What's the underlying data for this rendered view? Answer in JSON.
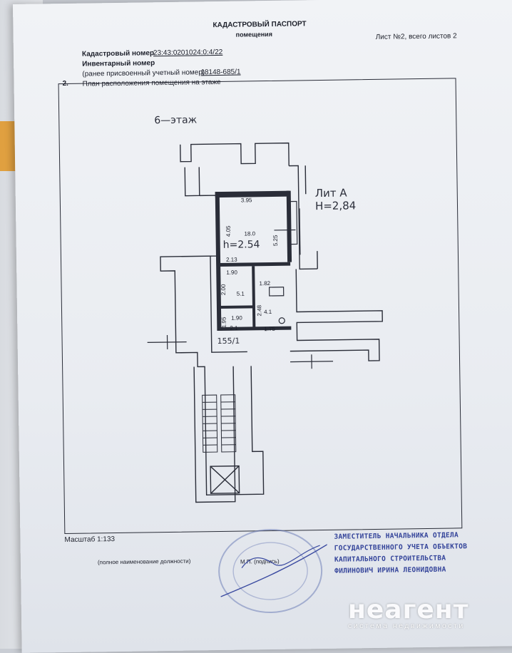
{
  "header": {
    "title": "КАДАСТРОВЫЙ ПАСПОРТ",
    "subtitle": "помещения",
    "sheet": "Лист №2, всего листов 2"
  },
  "fields": {
    "cadastral_label": "Кадастровый номер",
    "cadastral_value": "23:43:0201024:0:4/22",
    "inventory_label": "Инвентарный номер",
    "prev_label": "(ранее присвоенный учетный номер)",
    "prev_value": "18148-685/1"
  },
  "section": {
    "number": "2.",
    "title": "План расположения помещения на этаже"
  },
  "plan": {
    "floor": "6—этаж",
    "lit": "Лит А",
    "height_total": "Н=2,84",
    "height_room": "h=2.54",
    "unit": "155/1",
    "dims": {
      "d1": "3.95",
      "d2": "4.05",
      "d3": "18.0",
      "d4": "5.25",
      "d5": "2.13",
      "d6": "1.90",
      "d7": "1.82",
      "d8": "2.00",
      "d9": "5.1",
      "d10": "2.48",
      "d11": "4.1",
      "d12": "1.95",
      "d13": "1.90",
      "d14": "2.1",
      "d15": "1.75"
    }
  },
  "footer": {
    "scale": "Масштаб 1:133",
    "position_caption": "(полное наименование должности)",
    "mp_caption": "М.П. (подпись)"
  },
  "stamp": {
    "line1": "ЗАМЕСТИТЕЛЬ НАЧАЛЬНИКА ОТДЕЛА",
    "line2": "ГОСУДАРСТВЕННОГО УЧЕТА ОБЪЕКТОВ",
    "line3": "КАПИТАЛЬНОГО СТРОИТЕЛЬСТВА",
    "line4": "ФИЛИНОВИЧ ИРИНА ЛЕОНИДОВНА"
  },
  "watermark": {
    "logo": "неагент",
    "subtitle": "система недвижимости"
  }
}
